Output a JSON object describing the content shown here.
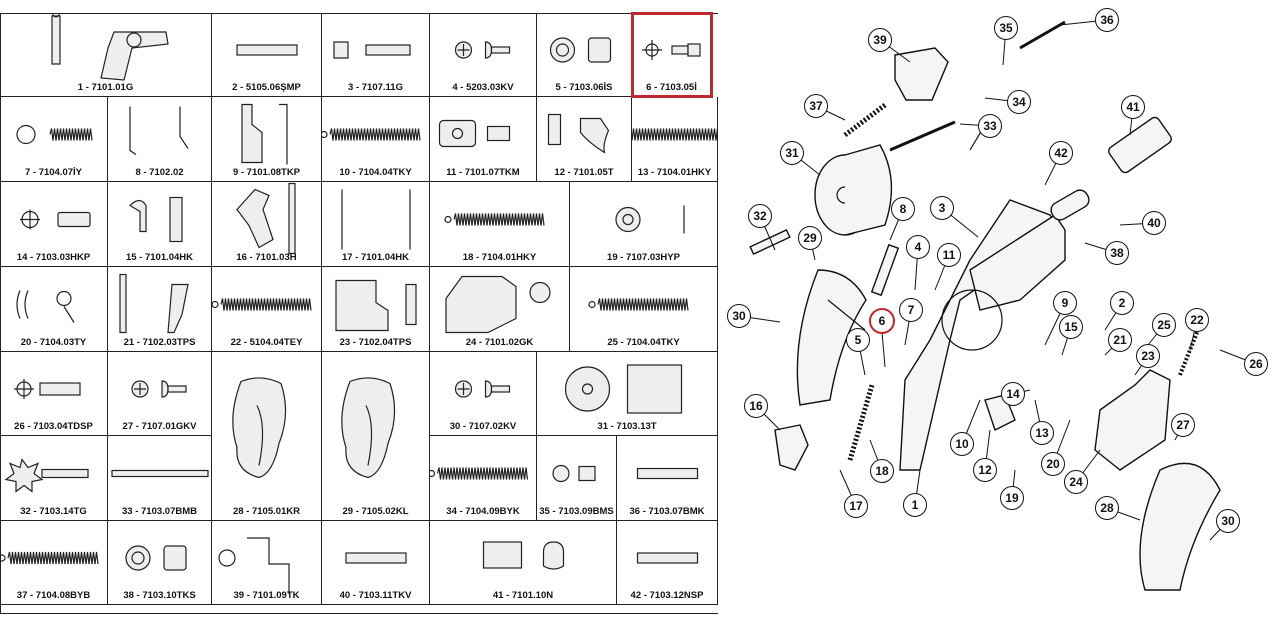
{
  "highlight_color": "#c0282e",
  "highlighted_part": "6",
  "parts": [
    {
      "label": "1 - 7101.01G",
      "icon": "revolver"
    },
    {
      "label": "2 - 5105.06ŞMP",
      "icon": "pin"
    },
    {
      "label": "3 - 7107.11G",
      "icon": "latch"
    },
    {
      "label": "4 - 5203.03KV",
      "icon": "screw"
    },
    {
      "label": "5 - 7103.06İS",
      "icon": "bushing"
    },
    {
      "label": "6 - 7103.05İ",
      "icon": "firing-pin"
    },
    {
      "label": "7 - 7104.07İY",
      "icon": "ring-spring"
    },
    {
      "label": "8 - 7102.02",
      "icon": "lever"
    },
    {
      "label": "9 - 7101.08TKP",
      "icon": "plate"
    },
    {
      "label": "10 - 7104.04TKY",
      "icon": "spring"
    },
    {
      "label": "11 - 7101.07TKM",
      "icon": "block"
    },
    {
      "label": "12 - 7101.05T",
      "icon": "trigger"
    },
    {
      "label": "13 - 7104.01HKY",
      "icon": "spring"
    },
    {
      "label": "14 - 7103.03HKP",
      "icon": "ring-pin"
    },
    {
      "label": "15 - 7101.04HK",
      "icon": "hand"
    },
    {
      "label": "16 - 7101.03H",
      "icon": "hammer"
    },
    {
      "label": "17 - 7101.04HK",
      "icon": "rods"
    },
    {
      "label": "18 - 7104.01HKY",
      "icon": "spring"
    },
    {
      "label": "19 - 7107.03HYP",
      "icon": "washer"
    },
    {
      "label": "20 - 7104.03TY",
      "icon": "torsion"
    },
    {
      "label": "21 - 7102.03TPS",
      "icon": "bar"
    },
    {
      "label": "22 - 5104.04TEY",
      "icon": "spring"
    },
    {
      "label": "23 - 7102.04TPS",
      "icon": "bracket"
    },
    {
      "label": "24 - 7101.02GK",
      "icon": "sideplate"
    },
    {
      "label": "25 - 7104.04TKY",
      "icon": "spring"
    },
    {
      "label": "26 - 7103.04TDSP",
      "icon": "screw-pin"
    },
    {
      "label": "27 - 7107.01GKV",
      "icon": "screw"
    },
    {
      "label": "28 - 7105.01KR",
      "icon": "grip"
    },
    {
      "label": "29 - 7105.02KL",
      "icon": "grip"
    },
    {
      "label": "30 - 7107.02KV",
      "icon": "screw"
    },
    {
      "label": "31 - 7103.13T",
      "icon": "cylinder"
    },
    {
      "label": "32 - 7103.14TG",
      "icon": "star"
    },
    {
      "label": "33 - 7103.07BMB",
      "icon": "rod"
    },
    {
      "label": "34 - 7104.09BYK",
      "icon": "spring"
    },
    {
      "label": "35 - 7103.09BMS",
      "icon": "nut"
    },
    {
      "label": "36 - 7103.07BMK",
      "icon": "pin"
    },
    {
      "label": "37 - 7104.08BYB",
      "icon": "spring"
    },
    {
      "label": "38 - 7103.10TKS",
      "icon": "bushing"
    },
    {
      "label": "39 - 7101.09TK",
      "icon": "crane"
    },
    {
      "label": "40 - 7103.11TKV",
      "icon": "pin"
    },
    {
      "label": "41 - 7101.10N",
      "icon": "sight"
    },
    {
      "label": "42 - 7103.12NSP",
      "icon": "pin"
    }
  ],
  "callouts": [
    "1",
    "2",
    "3",
    "4",
    "5",
    "6",
    "7",
    "8",
    "9",
    "10",
    "11",
    "12",
    "13",
    "14",
    "15",
    "16",
    "17",
    "18",
    "19",
    "20",
    "21",
    "22",
    "23",
    "24",
    "25",
    "26",
    "27",
    "28",
    "29",
    "30",
    "31",
    "32",
    "33",
    "34",
    "35",
    "36",
    "37",
    "38",
    "39",
    "40",
    "41",
    "42",
    "30"
  ]
}
